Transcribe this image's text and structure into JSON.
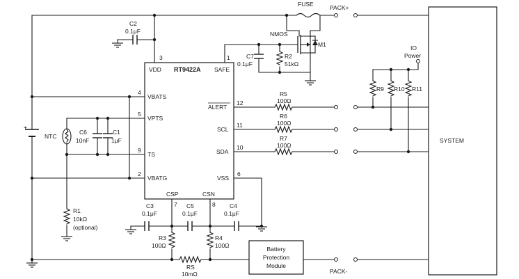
{
  "ic": {
    "name": "RT9422A",
    "pins": {
      "vdd": {
        "num": "3",
        "label": "VDD"
      },
      "safe": {
        "num": "1",
        "label": "SAFE"
      },
      "vbats": {
        "num": "4",
        "label": "VBATS"
      },
      "vpts": {
        "num": "5",
        "label": "VPTS"
      },
      "ts": {
        "num": "9",
        "label": "TS"
      },
      "vbatg": {
        "num": "2",
        "label": "VBATG"
      },
      "alert": {
        "num": "12",
        "label": "ALERT"
      },
      "scl": {
        "num": "11",
        "label": "SCL"
      },
      "sda": {
        "num": "10",
        "label": "SDA"
      },
      "vss": {
        "num": "6",
        "label": "VSS"
      },
      "csp": {
        "num": "7",
        "label": "CSP"
      },
      "csn": {
        "num": "8",
        "label": "CSN"
      }
    }
  },
  "components": {
    "c2": {
      "ref": "C2",
      "value": "0.1μF"
    },
    "c7": {
      "ref": "C7",
      "value": "0.1μF"
    },
    "r2": {
      "ref": "R2",
      "value": "51kΩ"
    },
    "m1": {
      "type": "NMOS",
      "ref": "M1"
    },
    "fuse": {
      "label": "FUSE"
    },
    "ntc": {
      "label": "NTC"
    },
    "c6": {
      "ref": "C6",
      "value": "10nF"
    },
    "c1": {
      "ref": "C1",
      "value": "1μF"
    },
    "r1": {
      "ref": "R1",
      "value": "10kΩ",
      "note": "(optional)"
    },
    "r5": {
      "ref": "R5",
      "value": "100Ω"
    },
    "r6": {
      "ref": "R6",
      "value": "100Ω"
    },
    "r7": {
      "ref": "R7",
      "value": "100Ω"
    },
    "r9": {
      "ref": "R9"
    },
    "r10": {
      "ref": "R10"
    },
    "r11": {
      "ref": "R11"
    },
    "c3": {
      "ref": "C3",
      "value": "0.1μF"
    },
    "c5": {
      "ref": "C5",
      "value": "0.1μF"
    },
    "c4": {
      "ref": "C4",
      "value": "0.1μF"
    },
    "r3": {
      "ref": "R3",
      "value": "100Ω"
    },
    "r4": {
      "ref": "R4",
      "value": "100Ω"
    },
    "rs": {
      "ref": "RS",
      "value": "10mΩ"
    },
    "battery": {
      "plus": "+"
    }
  },
  "labels": {
    "pack_plus": "PACK+",
    "pack_minus": "PACK-",
    "io_power_1": "IO",
    "io_power_2": "Power",
    "system": "SYSTEM",
    "bpm": [
      "Battery",
      "Protection",
      "Module"
    ]
  }
}
